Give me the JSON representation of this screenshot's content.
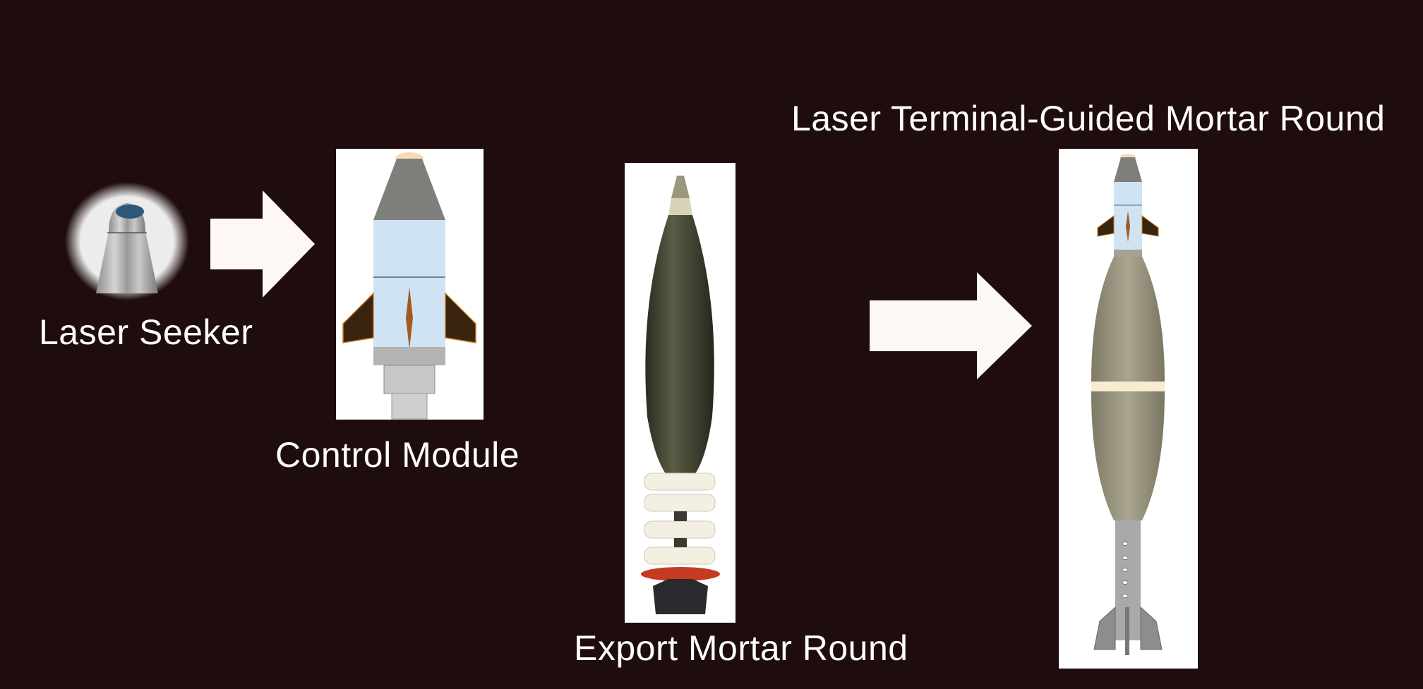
{
  "labels": {
    "laser_seeker": "Laser Seeker",
    "control_module": "Control Module",
    "export_mortar_round": "Export Mortar Round",
    "guided_round": "Laser Terminal-Guided Mortar Round"
  },
  "colors": {
    "background": "#1f0c0c",
    "arrow": "#fdf8f3",
    "text": "#ffffff"
  },
  "icons": [
    "arrow-right-icon",
    "arrow-right-icon"
  ]
}
